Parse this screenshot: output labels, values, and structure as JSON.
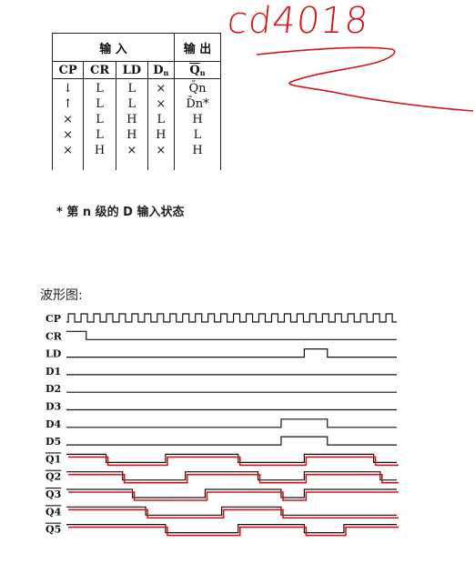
{
  "handwritten_title": "cd4018",
  "truth_table": {
    "input_header": "输  入",
    "output_header": "输 出",
    "columns": [
      {
        "main": "CP",
        "sub": "",
        "overline": false
      },
      {
        "main": "CR",
        "sub": "",
        "overline": false
      },
      {
        "main": "LD",
        "sub": "",
        "overline": false
      },
      {
        "main": "D",
        "sub": "n",
        "overline": false
      },
      {
        "main": "Q",
        "sub": "n",
        "overline": true
      }
    ],
    "rows": [
      [
        "↓",
        "L",
        "L",
        "×",
        "Q̄n"
      ],
      [
        "↑",
        "L",
        "L",
        "×",
        "D̄n*"
      ],
      [
        "×",
        "L",
        "H",
        "L",
        "H"
      ],
      [
        "×",
        "L",
        "H",
        "H",
        "L"
      ],
      [
        "×",
        "H",
        "×",
        "×",
        "H"
      ]
    ]
  },
  "footnote": "* 第 n 级的 D 输入状态",
  "waveform_label": "波形图:",
  "signals": [
    {
      "name": "CP",
      "overline": false,
      "levels": "clock"
    },
    {
      "name": "CR",
      "overline": false,
      "levels": [
        [
          0,
          1
        ],
        [
          0.06,
          0
        ]
      ]
    },
    {
      "name": "LD",
      "overline": false,
      "levels": [
        [
          0,
          0
        ],
        [
          0.72,
          1
        ],
        [
          0.79,
          0
        ]
      ]
    },
    {
      "name": "D1",
      "overline": false,
      "levels": [
        [
          0,
          0
        ]
      ]
    },
    {
      "name": "D2",
      "overline": false,
      "levels": [
        [
          0,
          0
        ]
      ]
    },
    {
      "name": "D3",
      "overline": false,
      "levels": [
        [
          0,
          0
        ]
      ]
    },
    {
      "name": "D4",
      "overline": false,
      "levels": [
        [
          0,
          0
        ],
        [
          0.65,
          1
        ],
        [
          0.79,
          0
        ]
      ]
    },
    {
      "name": "D5",
      "overline": false,
      "levels": [
        [
          0,
          0
        ],
        [
          0.65,
          1
        ],
        [
          0.79,
          0
        ]
      ]
    },
    {
      "name": "Q1",
      "overline": true,
      "levels": [
        [
          0,
          1
        ],
        [
          0.12,
          0
        ],
        [
          0.3,
          1
        ],
        [
          0.52,
          0
        ],
        [
          0.72,
          1
        ],
        [
          0.93,
          0
        ]
      ]
    },
    {
      "name": "Q2",
      "overline": true,
      "levels": [
        [
          0,
          1
        ],
        [
          0.17,
          0
        ],
        [
          0.36,
          1
        ],
        [
          0.58,
          0
        ],
        [
          0.72,
          1
        ],
        [
          0.95,
          0
        ]
      ]
    },
    {
      "name": "Q3",
      "overline": true,
      "levels": [
        [
          0,
          1
        ],
        [
          0.2,
          0
        ],
        [
          0.42,
          1
        ],
        [
          0.65,
          0
        ],
        [
          0.72,
          1
        ]
      ]
    },
    {
      "name": "Q4",
      "overline": true,
      "levels": [
        [
          0,
          1
        ],
        [
          0.24,
          0
        ],
        [
          0.47,
          1
        ],
        [
          0.65,
          0
        ]
      ]
    },
    {
      "name": "Q5",
      "overline": true,
      "levels": [
        [
          0,
          1
        ],
        [
          0.3,
          0
        ],
        [
          0.52,
          1
        ],
        [
          0.72,
          0
        ],
        [
          0.84,
          1
        ]
      ]
    }
  ],
  "clock_periods": 26,
  "colors": {
    "trace": "#111111",
    "annotation": "#d4141a"
  }
}
